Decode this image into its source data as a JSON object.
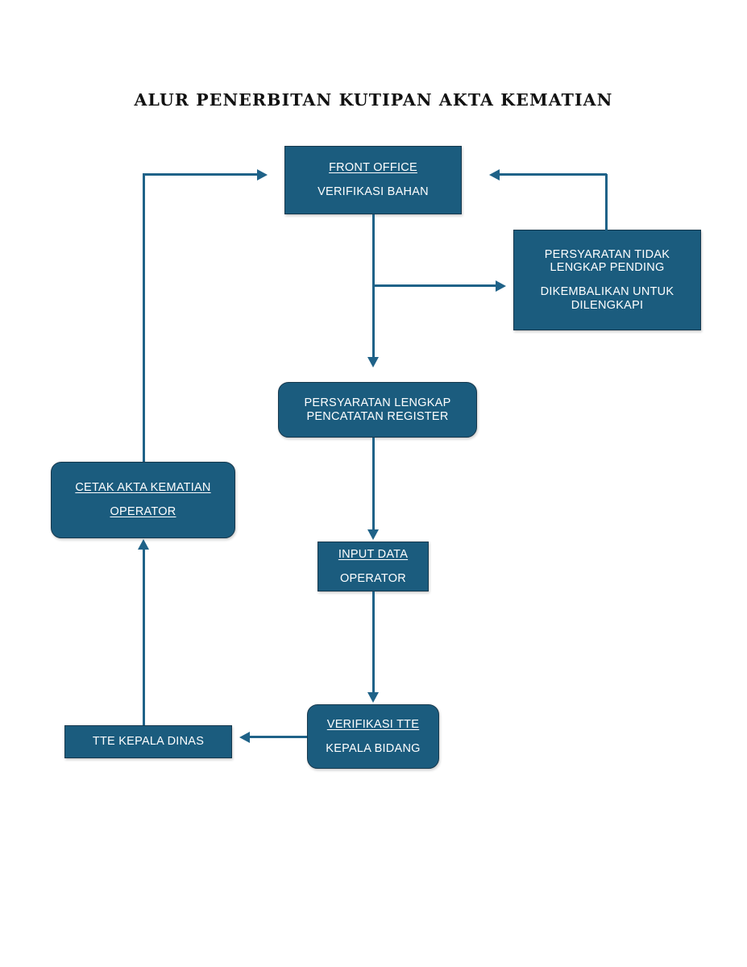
{
  "diagram": {
    "title": "ALUR PENERBITAN KUTIPAN AKTA KEMATIAN",
    "accent_color": "#1B5C7E",
    "connector_color": "#1F6288",
    "background_color": "#FFFFFF",
    "text_color": "#FFFFFF",
    "nodes": {
      "front_office": {
        "line1": "FRONT OFFICE",
        "line2": "VERIFIKASI BAHAN"
      },
      "pending": {
        "line1": "PERSYARATAN TIDAK",
        "line2": "LENGKAP PENDING",
        "line3": "DIKEMBALIKAN UNTUK",
        "line4": "DILENGKAPI"
      },
      "register": {
        "line1": "PERSYARATAN LENGKAP",
        "line2": "PENCATATAN REGISTER"
      },
      "input_data": {
        "line1": "INPUT DATA",
        "line2": "OPERATOR"
      },
      "verifikasi_tte": {
        "line1": "VERIFIKASI TTE",
        "line2": "KEPALA BIDANG"
      },
      "tte_kepala_dinas": {
        "line1": "TTE KEPALA DINAS"
      },
      "cetak_akta": {
        "line1": "CETAK AKTA KEMATIAN",
        "line2": "OPERATOR"
      }
    }
  }
}
